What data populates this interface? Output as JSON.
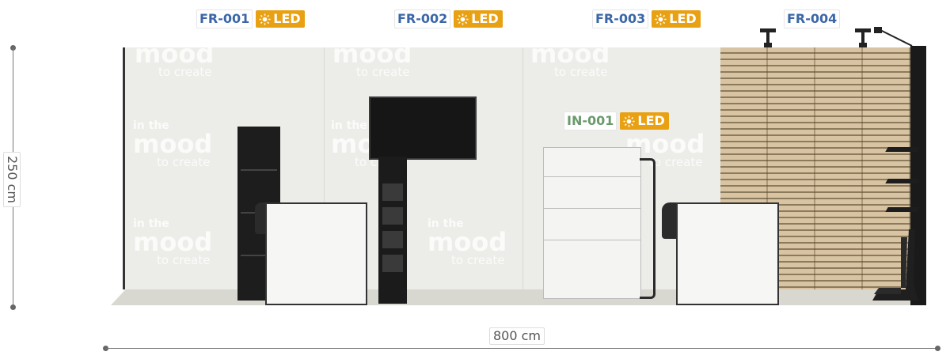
{
  "labels": {
    "fr001": {
      "code": "FR-001",
      "led": "LED"
    },
    "fr002": {
      "code": "FR-002",
      "led": "LED"
    },
    "fr003": {
      "code": "FR-003",
      "led": "LED"
    },
    "fr004": {
      "code": "FR-004"
    },
    "in001": {
      "code": "IN-001",
      "led": "LED"
    }
  },
  "dimensions": {
    "height": "250 cm",
    "width": "800 cm"
  },
  "watermark": {
    "line1": "in the",
    "line2": "mood",
    "line3": "to create"
  },
  "colors": {
    "frame_code": "#3b67a8",
    "inner_code": "#6a9a6c",
    "led_badge": "#e9a114",
    "wall": "#ecece9",
    "wood": "#d8c4a2"
  },
  "icons": {
    "led": "sun-icon"
  }
}
